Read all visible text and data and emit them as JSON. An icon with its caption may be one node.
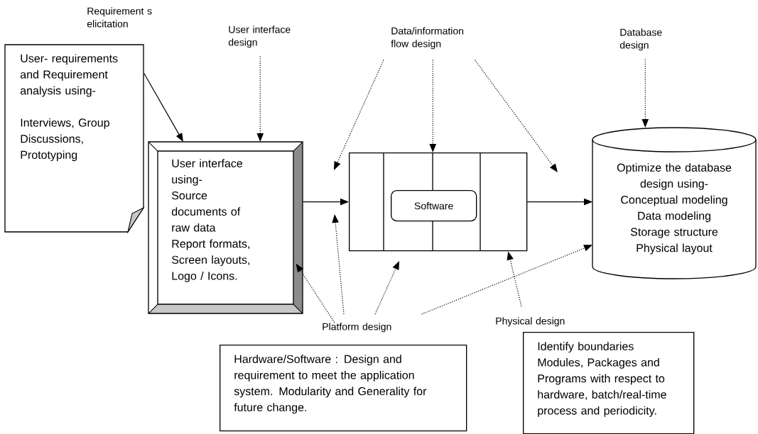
{
  "diagram": {
    "nodes": [
      {
        "text": [
          "Requirement s elicitation",
          "User- requirements and Requirement analysis using-",
          "Interviews, Group Discussions, Prototyping"
        ]
      },
      {
        "text": [
          "User interface using-",
          "Source documents of raw data",
          "Report formats,",
          "Screen layouts,",
          "Logo / Icons."
        ]
      },
      {
        "text": [
          "User interface design"
        ]
      },
      {
        "text": [],
        "shape": "box"
      },
      {
        "text": [
          "Software"
        ],
        "in": 3
      },
      {
        "text": [
          "Data/information flow design"
        ]
      },
      {
        "text": [
          "Database design"
        ]
      },
      {
        "text": [
          "Optimize the database design using-",
          "Conceptual modeling",
          "Data modeling",
          "Storage structure",
          "Physical layout"
        ]
      },
      {
        "text": [
          "Platform design"
        ]
      },
      {
        "text": [
          "Hardware/Software : Design and requirement to meet the application system. Modularity and Generality for future change."
        ]
      },
      {
        "text": [
          "Physical design"
        ]
      },
      {
        "text": [
          "Identify boundaries Modules, Packages and Programs with respect to hardware, batch/real-time process and periodicity."
        ]
      }
    ],
    "edges": [
      {
        "from": 0,
        "to": 1,
        "arrow": "to"
      },
      {
        "from": 2,
        "to": 1,
        "arrow": "to",
        "style": "dashed"
      },
      {
        "from": 5,
        "to": null,
        "arrow": "to",
        "style": "dashed"
      },
      {
        "from": 5,
        "to": 3,
        "arrow": "to",
        "style": "dashed"
      },
      {
        "from": 5,
        "to": null,
        "arrow": "to",
        "style": "dashed"
      },
      {
        "from": 6,
        "to": 7,
        "arrow": "to",
        "style": "dashed"
      },
      {
        "from": 1,
        "to": 3,
        "arrow": "to"
      },
      {
        "from": 3,
        "to": 7,
        "arrow": "to"
      },
      {
        "from": 8,
        "to": 1,
        "arrow": "to",
        "style": "dashed"
      },
      {
        "from": 8,
        "to": null,
        "arrow": "to",
        "style": "dashed"
      },
      {
        "from": 8,
        "to": null,
        "arrow": "to",
        "style": "dashed"
      },
      {
        "from": 8,
        "to": 7,
        "arrow": "to",
        "style": "dashed"
      },
      {
        "from": 10,
        "to": 3,
        "arrow": "to",
        "style": "dashed"
      }
    ]
  }
}
